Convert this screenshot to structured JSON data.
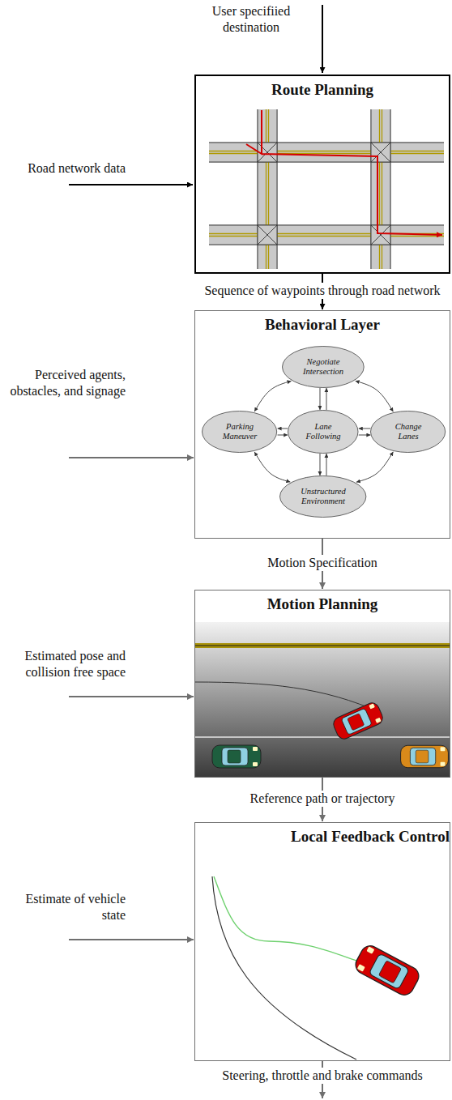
{
  "diagram": {
    "nodes": [
      {
        "text": [
          "Route Planning"
        ]
      },
      {
        "text": [
          "Behavioral Layer"
        ]
      },
      {
        "text": [
          "Negotiate Intersection"
        ],
        "in": 1
      },
      {
        "text": [
          "Parking Maneuver"
        ],
        "in": 1
      },
      {
        "text": [
          "Lane Following"
        ],
        "in": 1
      },
      {
        "text": [
          "Change Lanes"
        ],
        "in": 1
      },
      {
        "text": [
          "Unstructured Environment"
        ],
        "in": 1
      },
      {
        "text": [
          "Motion Planning"
        ]
      },
      {
        "text": [
          "Local Feedback Control"
        ]
      }
    ],
    "edges": [
      {
        "from": 0,
        "to": 1,
        "label": "Sequence of waypoints through road network",
        "arrow": "to"
      },
      {
        "from": 1,
        "to": 7,
        "label": "Motion Specification",
        "arrow": "to"
      },
      {
        "from": 7,
        "to": 8,
        "label": "Reference path or trajectory",
        "arrow": "to"
      },
      {
        "from": 4,
        "to": 2,
        "arrow": "to"
      },
      {
        "from": 2,
        "to": 4,
        "arrow": "to"
      },
      {
        "from": 4,
        "to": 3,
        "arrow": "to"
      },
      {
        "from": 3,
        "to": 4,
        "arrow": "to"
      },
      {
        "from": 4,
        "to": 5,
        "arrow": "to"
      },
      {
        "from": 5,
        "to": 4,
        "arrow": "to"
      },
      {
        "from": 4,
        "to": 6,
        "arrow": "to"
      },
      {
        "from": 6,
        "to": 4,
        "arrow": "to"
      },
      {
        "from": 2,
        "to": 3,
        "arrow": "both"
      },
      {
        "from": 2,
        "to": 5,
        "arrow": "both"
      },
      {
        "from": 3,
        "to": 6,
        "arrow": "both"
      },
      {
        "from": 5,
        "to": 6,
        "arrow": "both"
      }
    ],
    "labels": [
      "User specifiied destination",
      "Road network data",
      "Perceived agents, obstacles, and signage",
      "Estimated pose and collision free space",
      "Estimate of vehicle state",
      "Steering, throttle and brake commands"
    ]
  }
}
